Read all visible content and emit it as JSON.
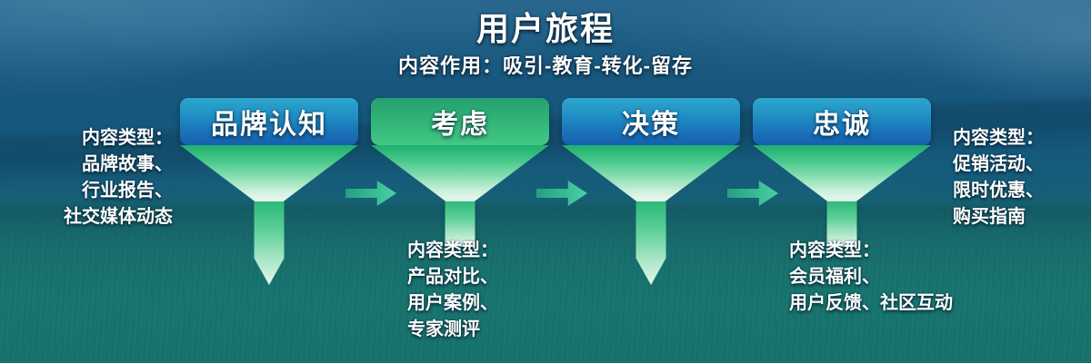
{
  "header": {
    "title": "用户旅程",
    "subtitle": "内容作用：吸引-教育-转化-留存"
  },
  "notes": {
    "left": "内容类型：\n品牌故事、\n行业报告、\n社交媒体动态",
    "right": "内容类型：\n促销活动、\n限时优惠、\n购买指南",
    "stage2": "内容类型：\n产品对比、\n用户案例、\n专家测评",
    "stage4": "内容类型：\n会员福利、\n用户反馈、社区互动"
  },
  "stages": [
    {
      "label": "品牌认知",
      "cap_style": "blue",
      "stem": "long"
    },
    {
      "label": "考虑",
      "cap_style": "green",
      "stem": "short"
    },
    {
      "label": "决策",
      "cap_style": "blue",
      "stem": "long"
    },
    {
      "label": "忠诚",
      "cap_style": "blue",
      "stem": "short"
    }
  ],
  "colors": {
    "cap_blue_top": "#2ea6cd",
    "cap_blue_bottom": "#1660ae",
    "cap_green_top": "#26a070",
    "cap_green_bottom": "#44c886",
    "cone_top": "#1fae6d",
    "cone_bottom": "#eafaf1",
    "arrow": "#39c496",
    "text": "#ffffff",
    "background_sky": "#1a5b80",
    "background_field": "#177c6e"
  },
  "arrows": [
    "arrow-1-2",
    "arrow-2-3",
    "arrow-3-4"
  ]
}
